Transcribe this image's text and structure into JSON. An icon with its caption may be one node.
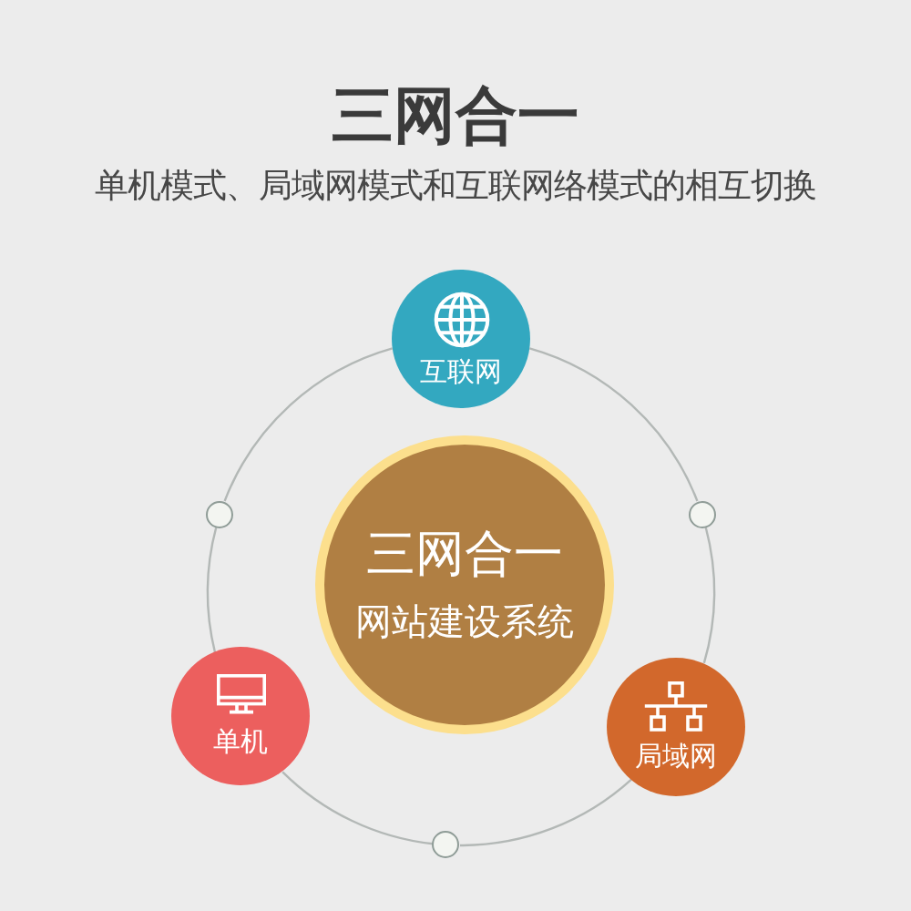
{
  "diagram": {
    "title": "三网合一",
    "nodes": [
      {
        "text": [
          "互联网"
        ]
      },
      {
        "text": [],
        "shape": "circle"
      },
      {
        "text": [],
        "shape": "circle"
      },
      {
        "text": [
          "三网合一",
          "网站建设系统"
        ]
      },
      {
        "text": [
          "单机"
        ]
      },
      {
        "text": [
          "局域网"
        ]
      },
      {
        "text": [],
        "shape": "circle"
      }
    ],
    "edges": [
      {
        "from": 0,
        "to": 2,
        "arrow": "none"
      },
      {
        "from": 2,
        "to": 5,
        "arrow": "none"
      },
      {
        "from": 5,
        "to": 6,
        "arrow": "none"
      },
      {
        "from": 6,
        "to": 4,
        "arrow": "none"
      },
      {
        "from": 4,
        "to": 1,
        "arrow": "none"
      },
      {
        "from": 1,
        "to": 0,
        "arrow": "none"
      }
    ],
    "labels": [
      "单机模式、局域网模式和互联网络模式的相互切换"
    ]
  }
}
